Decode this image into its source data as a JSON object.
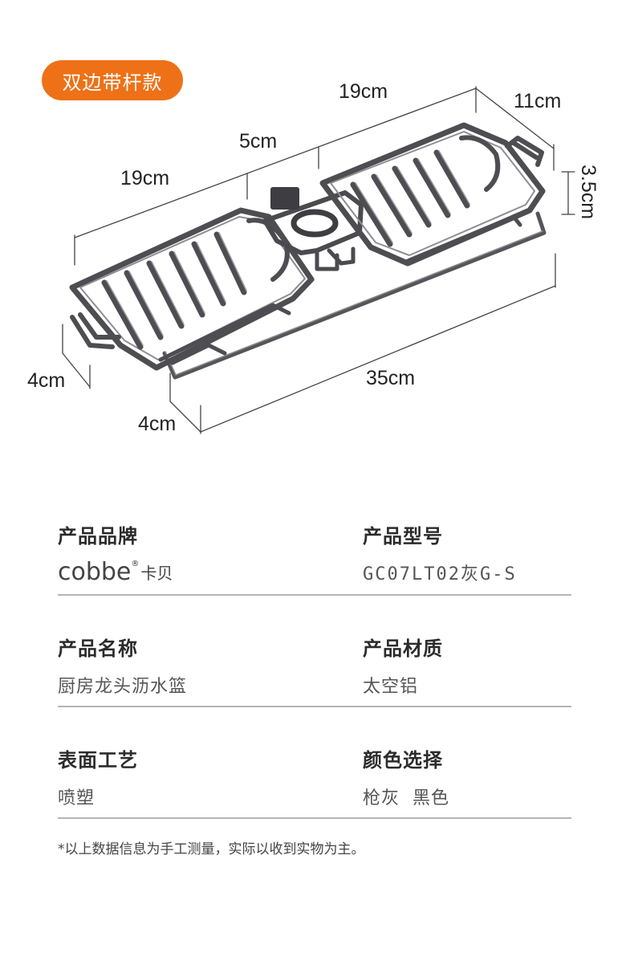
{
  "badge": "双边带杆款",
  "dimensions": {
    "top_right_length": "19cm",
    "top_right_depth": "11cm",
    "middle_gap": "5cm",
    "left_length": "19cm",
    "right_height": "3.5cm",
    "left_height": "4cm",
    "bar_length": "35cm",
    "bar_offset": "4cm"
  },
  "specs": {
    "brand_label": "产品品牌",
    "brand_en": "cobbe",
    "brand_mark": "®",
    "brand_cn": "卡贝",
    "model_label": "产品型号",
    "model_value": "GC07LT02灰G-S",
    "name_label": "产品名称",
    "name_value": "厨房龙头沥水篮",
    "material_label": "产品材质",
    "material_value": "太空铝",
    "surface_label": "表面工艺",
    "surface_value": "喷塑",
    "color_label": "颜色选择",
    "color_value": "枪灰  黑色"
  },
  "note": "*以上数据信息为手工测量，实际以收到实物为主。",
  "colors": {
    "accent": "#ee7117",
    "metal": "#5a5a5e",
    "divider": "#b5b5b5"
  }
}
